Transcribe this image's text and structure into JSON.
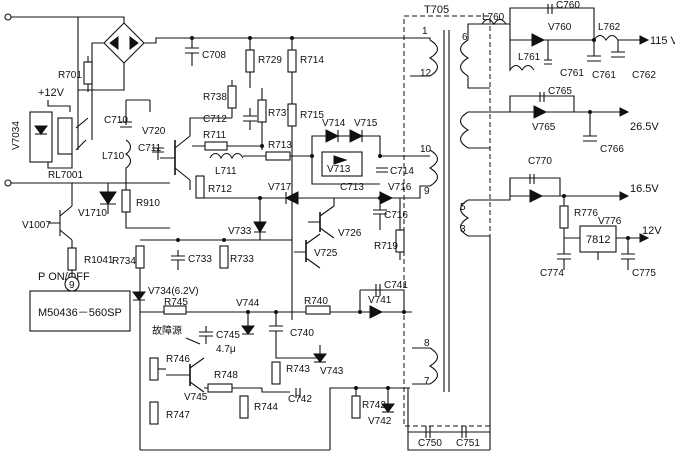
{
  "transformer": {
    "label": "T705"
  },
  "pins": {
    "p1": "1",
    "p12": "12",
    "p10": "10",
    "p9": "9",
    "p8": "8",
    "p7": "7",
    "p6": "6",
    "p5": "5",
    "p3": "3"
  },
  "outputs": {
    "v115": "115 V",
    "v26": "26.5V",
    "v16": "16.5V",
    "v12": "12V"
  },
  "ic": {
    "regulator": "7812",
    "controller": "M50436－560SP",
    "pon_label": "P ON/OFF",
    "pon_pin": "9"
  },
  "supply": {
    "plus12": "+12V"
  },
  "fault_source": "故障源",
  "labels": {
    "R701": "R701",
    "V7034": "V7034",
    "RL7001": "RL7001",
    "V1007": "V1007",
    "V1710": "V1710",
    "R1041": "R1041",
    "C708": "C708",
    "R729": "R729",
    "R714": "R714",
    "R738": "R738",
    "C712": "C712",
    "C710": "C710",
    "V720": "V720",
    "C711": "C711",
    "L710": "L710",
    "R737": "R737",
    "R715": "R715",
    "R711": "R711",
    "L711": "L711",
    "R712": "R712",
    "R910": "R910",
    "R713": "R713",
    "V714": "V714",
    "V715": "V715",
    "V713": "V713",
    "C713": "C713",
    "C714": "C714",
    "V716": "V716",
    "V717": "V717",
    "C716": "C716",
    "V726": "V726",
    "V725": "V725",
    "R719": "R719",
    "V733": "V733",
    "R734": "R734",
    "C733": "C733",
    "R733": "R733",
    "V734": "V734(6.2V)",
    "R745": "R745",
    "V744": "V744",
    "R740": "R740",
    "C741": "C741",
    "V741": "V741",
    "C745": "C745",
    "C745v": "4.7μ",
    "C740": "C740",
    "R746": "R746",
    "V745": "V745",
    "R748": "R748",
    "R743": "R743",
    "V743": "V743",
    "R744": "R744",
    "C742": "C742",
    "R742": "R742",
    "V742": "V742",
    "R747": "R747",
    "C750": "C750",
    "C751": "C751",
    "L760": "L760",
    "C760": "C760",
    "V760": "V760",
    "L761": "L761",
    "C761a": "C761",
    "C761b": "C761",
    "L762": "L762",
    "C762": "C762",
    "C765": "C765",
    "V765": "V765",
    "C766": "C766",
    "C770": "C770",
    "R776": "R776",
    "V776": "V776",
    "C774": "C774",
    "C775": "C775"
  }
}
